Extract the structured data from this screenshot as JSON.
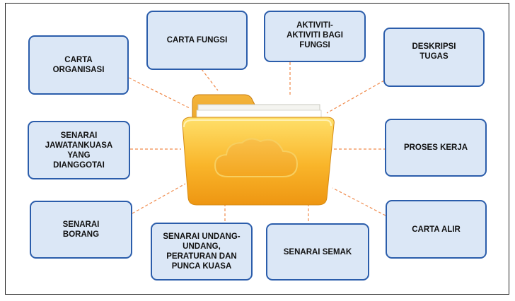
{
  "diagram": {
    "center_icon": "folder-cloud-icon",
    "colors": {
      "box_fill": "#dbe7f6",
      "box_border": "#2b5dab",
      "connector": "#f08a4b",
      "folder": "#f7b21e"
    },
    "nodes": {
      "carta_organisasi": "CARTA\nORGANISASI",
      "carta_fungsi": "CARTA FUNGSI",
      "aktiviti_bagi_fungsi": "AKTIVITI-\nAKTIVITI BAGI\nFUNGSI",
      "deskripsi_tugas": "DESKRIPSI\nTUGAS",
      "senarai_jawatankuasa": "SENARAI\nJAWATANKUASA\nYANG\nDIANGGOTAI",
      "proses_kerja": "PROSES KERJA",
      "senarai_borang": "SENARAI\nBORANG",
      "senarai_undang_undang": "SENARAI UNDANG-\nUNDANG,\nPERATURAN DAN\nPUNCA KUASA",
      "senarai_semak": "SENARAI SEMAK",
      "carta_alir": "CARTA ALIR"
    }
  }
}
